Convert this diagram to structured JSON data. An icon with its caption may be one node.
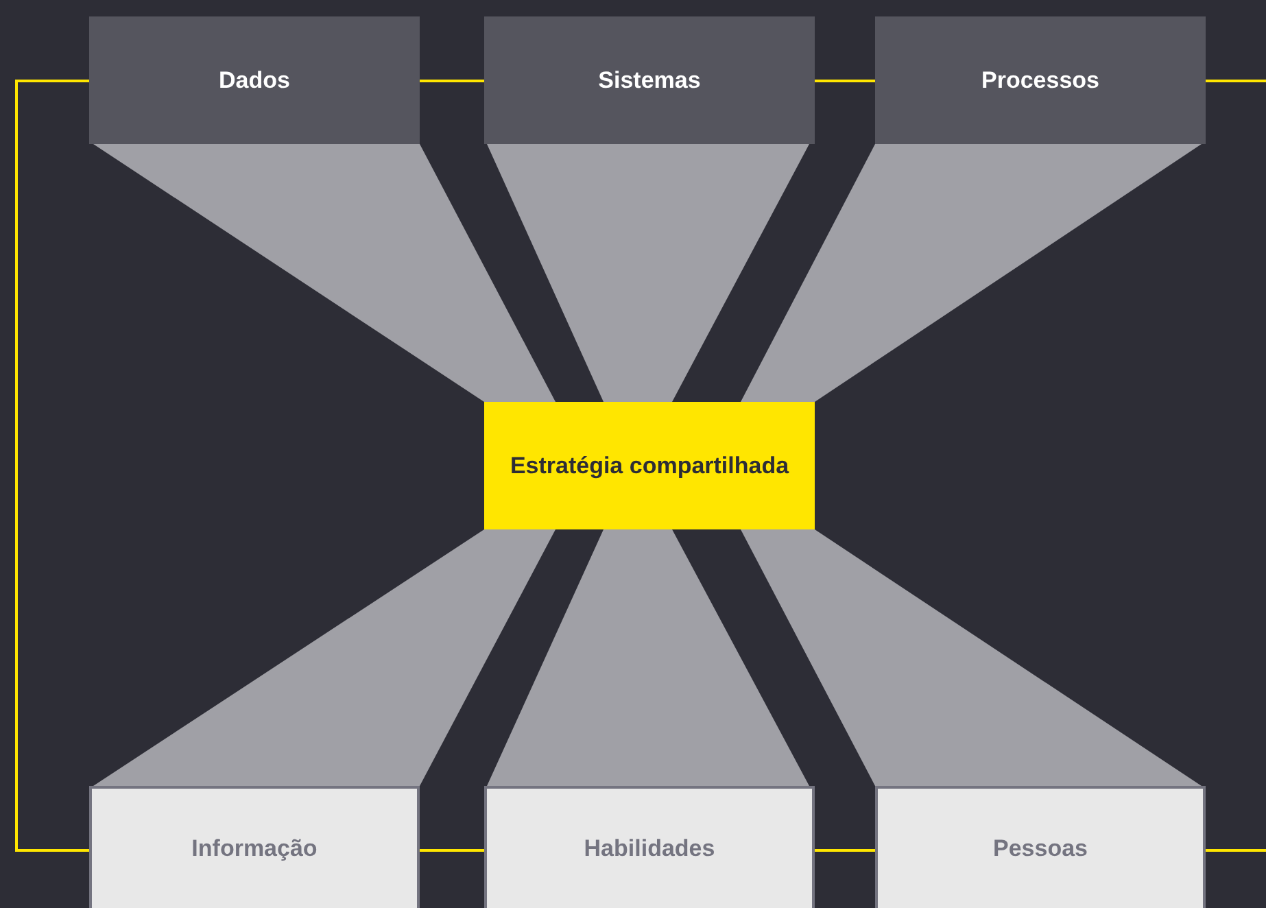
{
  "diagram": {
    "nodes": [
      {
        "text": [
          "Dados"
        ]
      },
      {
        "text": [
          "Sistemas"
        ]
      },
      {
        "text": [
          "Processos"
        ]
      },
      {
        "text": [
          "Estratégia compartilhada"
        ]
      },
      {
        "text": [
          "Informação"
        ]
      },
      {
        "text": [
          "Habilidades"
        ]
      },
      {
        "text": [
          "Pessoas"
        ]
      }
    ],
    "edges": [
      {
        "from": 0,
        "to": 3,
        "arrow": "none",
        "style": "thick",
        "color": "#a0a0a6"
      },
      {
        "from": 1,
        "to": 3,
        "arrow": "none",
        "style": "thick",
        "color": "#a0a0a6"
      },
      {
        "from": 2,
        "to": 3,
        "arrow": "none",
        "style": "thick",
        "color": "#a0a0a6"
      },
      {
        "from": 4,
        "to": 3,
        "arrow": "none",
        "style": "thick",
        "color": "#a0a0a6"
      },
      {
        "from": 5,
        "to": 3,
        "arrow": "none",
        "style": "thick",
        "color": "#a0a0a6"
      },
      {
        "from": 6,
        "to": 3,
        "arrow": "none",
        "style": "thick",
        "color": "#a0a0a6"
      },
      {
        "from": 0,
        "to": 1,
        "arrow": "none"
      },
      {
        "from": 1,
        "to": 2,
        "arrow": "none"
      },
      {
        "from": 2,
        "to": null,
        "arrow": "none"
      },
      {
        "from": 0,
        "to": 4,
        "arrow": "none"
      },
      {
        "from": 4,
        "to": 5,
        "arrow": "none"
      },
      {
        "from": 5,
        "to": 6,
        "arrow": "none"
      },
      {
        "from": 6,
        "to": null,
        "arrow": "none"
      }
    ]
  }
}
